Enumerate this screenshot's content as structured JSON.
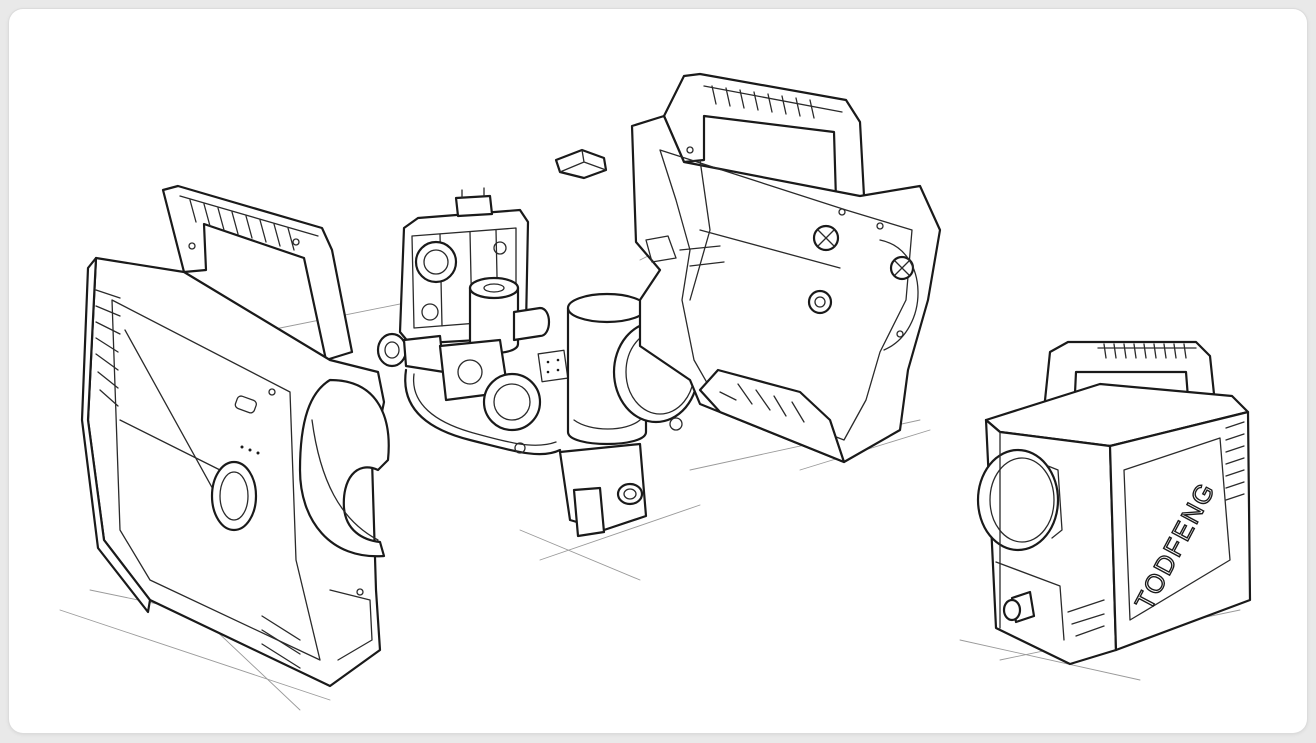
{
  "product": {
    "brand_text": "TODFENG"
  },
  "parts": [
    {
      "name": "front-housing-shell"
    },
    {
      "name": "small-cap-piece"
    },
    {
      "name": "control-board-bracket"
    },
    {
      "name": "pump-motor-assembly"
    },
    {
      "name": "rear-housing-frame"
    },
    {
      "name": "assembled-unit"
    }
  ]
}
